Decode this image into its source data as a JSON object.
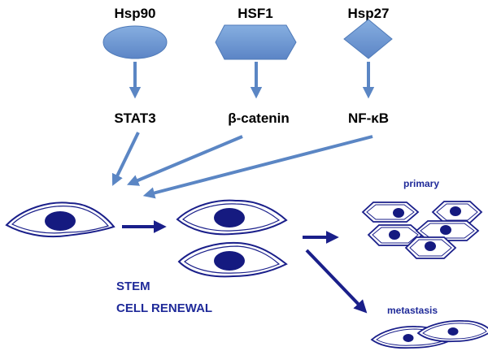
{
  "chaperones": [
    {
      "label": "Hsp90",
      "shape": "ellipse"
    },
    {
      "label": "HSF1",
      "shape": "hexagon"
    },
    {
      "label": "Hsp27",
      "shape": "diamond"
    }
  ],
  "targets": [
    {
      "label": "STAT3"
    },
    {
      "label": "β-catenin"
    },
    {
      "label": "NF-κB"
    }
  ],
  "outcomes": {
    "primary_label": "primary",
    "metastasis_label": "metastasis"
  },
  "stem_label": {
    "line1": "STEM",
    "line2": "CELL RENEWAL"
  },
  "colors": {
    "shape_fill": "#6a93cf",
    "shape_stroke": "#4f7ab8",
    "arrow_blue": "#5b86c4",
    "cell_navy": "#1a1f8a",
    "nucleus_navy": "#151a80",
    "label_navy": "#1f2a99",
    "text_black": "#000000"
  }
}
